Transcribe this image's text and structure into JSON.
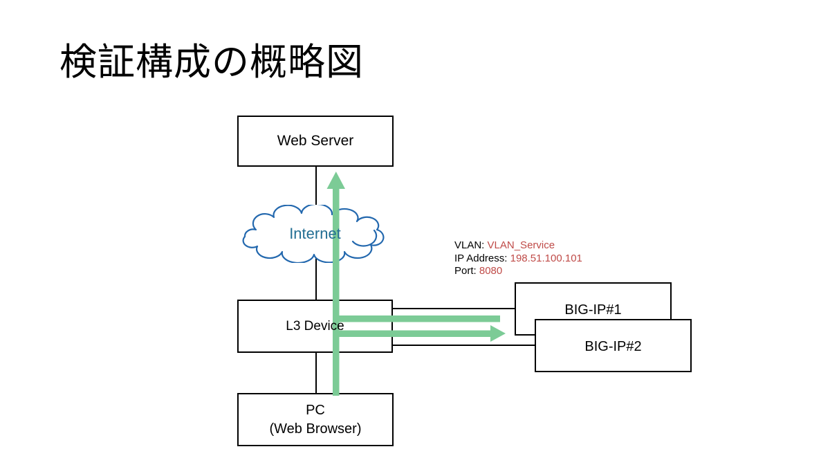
{
  "title": "検証構成の概略図",
  "colors": {
    "green_color": "#7CCB96",
    "cloud_stroke": "#2368AE",
    "internet_text": "#226E93",
    "red_color": "#BF4A47",
    "ink": "#000000"
  },
  "nodes": {
    "web_server": {
      "label": "Web Server"
    },
    "internet": {
      "label": "Internet"
    },
    "l3_device": {
      "label": "L3 Device"
    },
    "pc": {
      "label_line1": "PC",
      "label_line2": "(Web Browser)"
    },
    "bigip1": {
      "label": "BIG-IP#1"
    },
    "bigip2": {
      "label": "BIG-IP#2"
    }
  },
  "annotation": {
    "vlan_label": "VLAN: ",
    "vlan_value": "VLAN_Service",
    "ip_label": "IP Address: ",
    "ip_value": "198.51.100.101",
    "port_label": "Port: ",
    "port_value": "8080"
  }
}
